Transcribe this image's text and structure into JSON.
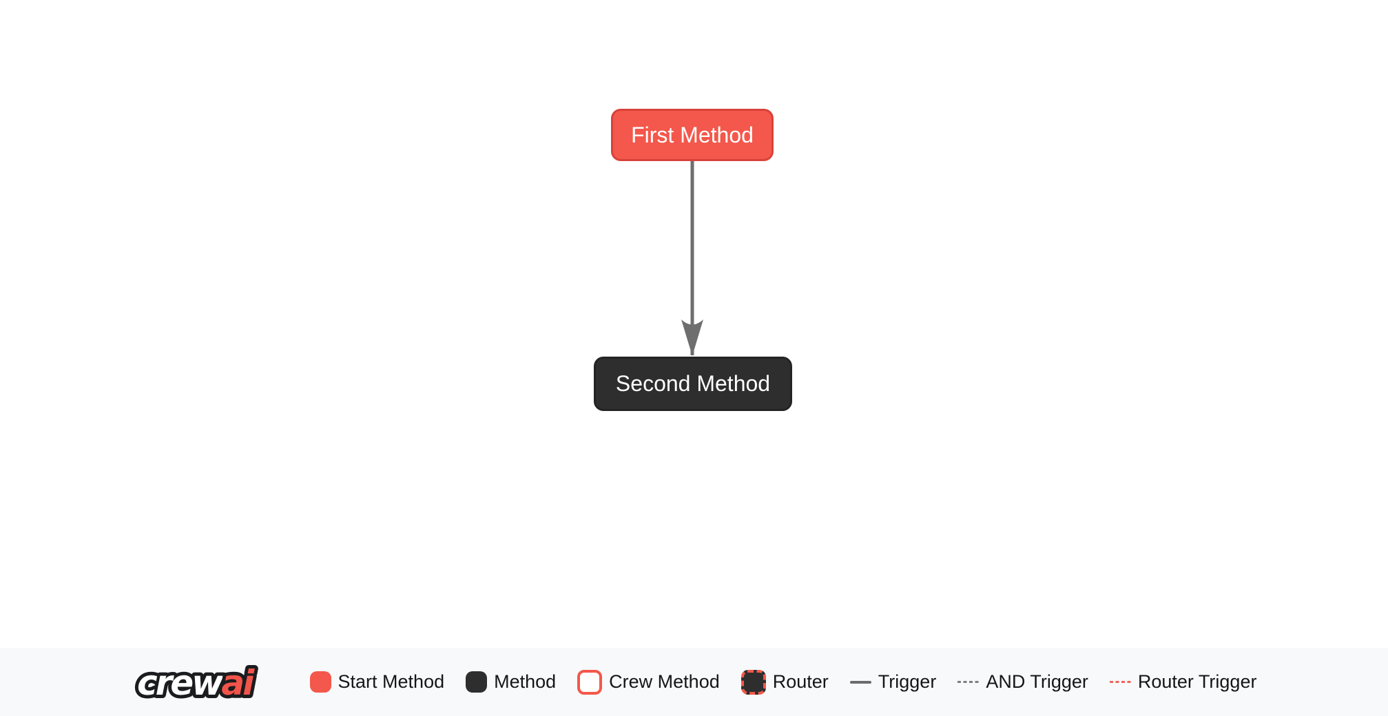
{
  "flow": {
    "nodes": [
      {
        "label": "First Method",
        "type": "start-method"
      },
      {
        "label": "Second Method",
        "type": "method"
      }
    ],
    "edges": [
      {
        "from": "First Method",
        "to": "Second Method",
        "type": "trigger"
      }
    ]
  },
  "legend": {
    "logo": {
      "part1": "crew",
      "part2": "ai"
    },
    "items": [
      {
        "label": "Start Method",
        "swatch": "start-method-box"
      },
      {
        "label": "Method",
        "swatch": "method-box"
      },
      {
        "label": "Crew Method",
        "swatch": "crew-method-box"
      },
      {
        "label": "Router",
        "swatch": "router-box"
      },
      {
        "label": "Trigger",
        "swatch": "solid-line"
      },
      {
        "label": "AND Trigger",
        "swatch": "dashed-line"
      },
      {
        "label": "Router Trigger",
        "swatch": "red-dashed-line"
      }
    ]
  },
  "colors": {
    "start_method_fill": "#F4574B",
    "start_method_border": "#D8423A",
    "method_fill": "#2E2E2E",
    "method_border": "#242424",
    "edge": "#6E6E6E",
    "legend_background": "#F8F9FA",
    "legend_text": "#131619",
    "node_text": "#FFFFFF",
    "trigger_line": "#6B6B6B",
    "and_trigger_line": "#7E7E7E",
    "router_trigger_line": "#F2635A",
    "logo_red": "#F2544A",
    "logo_outline": "#1B1C1E"
  }
}
